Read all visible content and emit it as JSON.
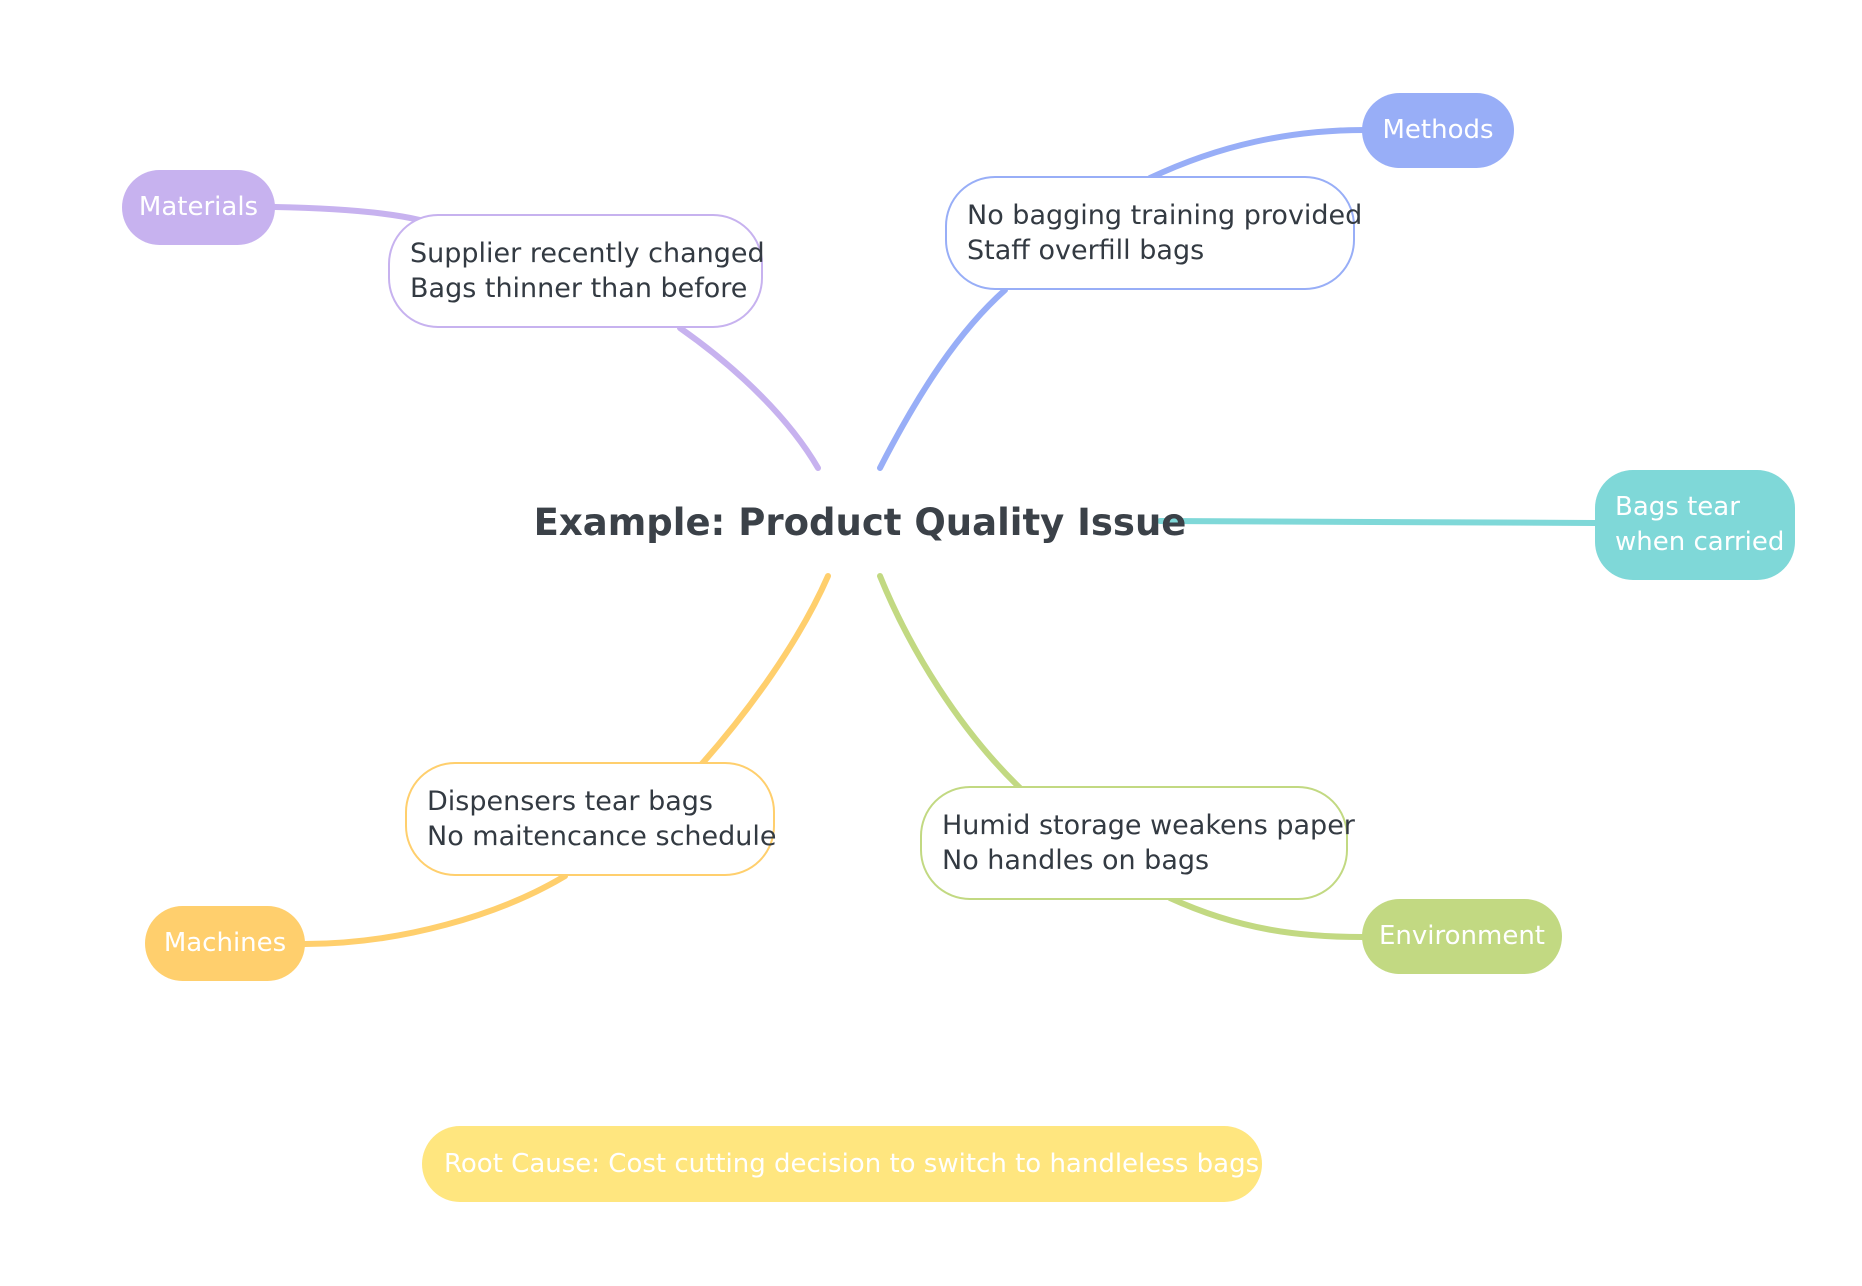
{
  "central_topic": "Example: Product Quality Issue",
  "effect": {
    "lines": [
      "Bags tear",
      "when carried"
    ],
    "color": "#7fd8d8"
  },
  "categories": {
    "materials": {
      "label": "Materials",
      "color": "#c7b2ef",
      "causes": [
        "Supplier recently changed",
        "Bags thinner than before"
      ]
    },
    "methods": {
      "label": "Methods",
      "color": "#98aef7",
      "causes": [
        "No bagging training provided",
        "Staff overfill bags"
      ]
    },
    "machines": {
      "label": "Machines",
      "color": "#ffcf6d",
      "causes": [
        "Dispensers tear bags",
        "No maitencance schedule"
      ]
    },
    "environment": {
      "label": "Environment",
      "color": "#c2d982",
      "causes": [
        "Humid storage weakens paper",
        "No handles on bags"
      ]
    }
  },
  "root_cause": {
    "text": "Root Cause: Cost cutting decision to switch to handleless bags",
    "color": "#ffe67f"
  }
}
